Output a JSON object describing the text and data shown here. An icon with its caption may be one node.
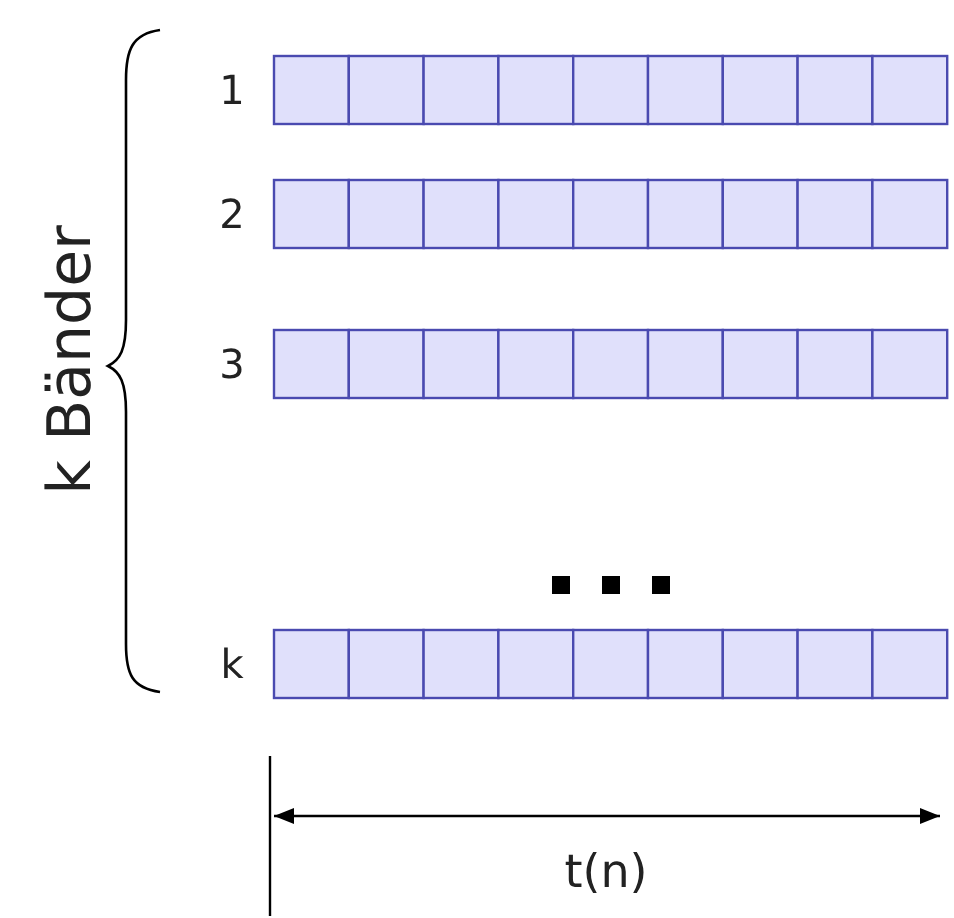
{
  "diagram": {
    "labels": [
      "k Bänder",
      "1",
      "2",
      "3",
      "k",
      "t(n)"
    ]
  }
}
